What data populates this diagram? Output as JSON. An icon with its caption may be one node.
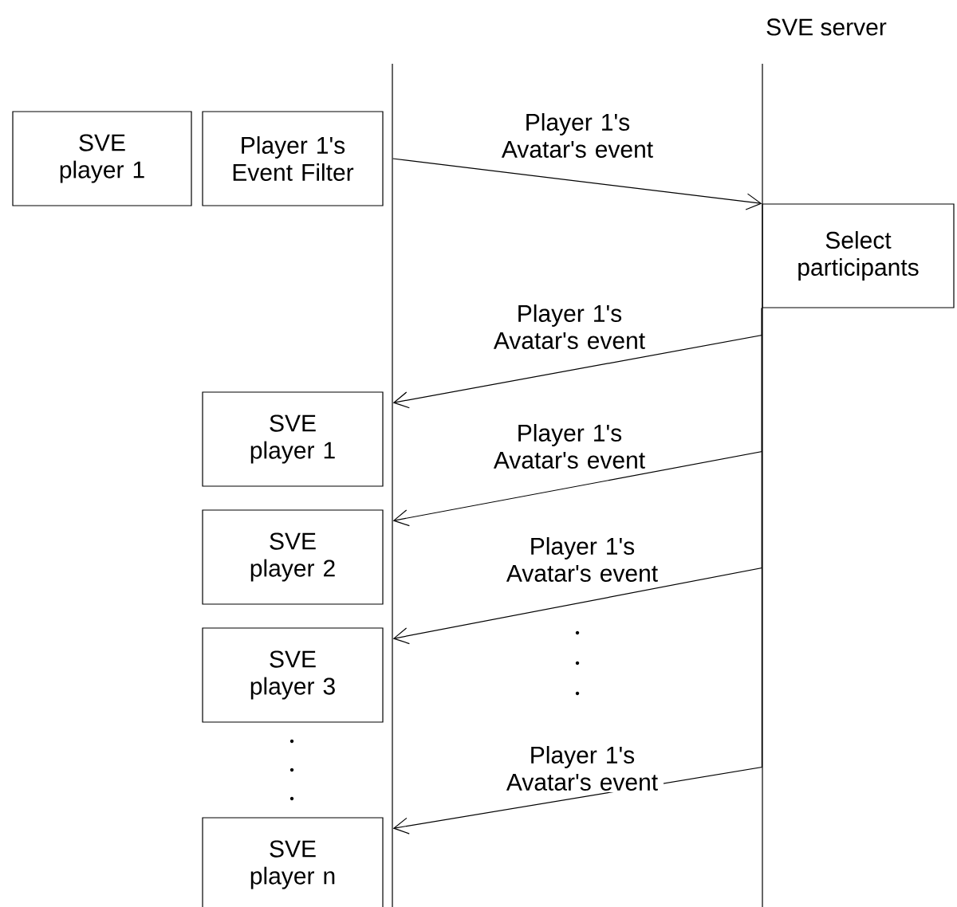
{
  "diagram": {
    "nodes": [
      {
        "text": [
          "SVE player 1"
        ]
      },
      {
        "text": [
          "Player 1's Event Filter"
        ]
      },
      {
        "text": [
          "Select participants"
        ]
      },
      {
        "text": [
          "SVE player 1"
        ]
      },
      {
        "text": [
          "SVE player 2"
        ]
      },
      {
        "text": [
          "SVE player 3"
        ]
      },
      {
        "text": [
          "SVE player n"
        ]
      }
    ],
    "edges": [
      {
        "from": 1,
        "to": 2,
        "arrow": "to",
        "label": "Player 1's Avatar's event"
      },
      {
        "from": 2,
        "to": 3,
        "arrow": "to",
        "label": "Player 1's Avatar's event"
      },
      {
        "from": 2,
        "to": 4,
        "arrow": "to",
        "label": "Player 1's Avatar's event"
      },
      {
        "from": 2,
        "to": 5,
        "arrow": "to",
        "label": "Player 1's Avatar's event"
      },
      {
        "from": 2,
        "to": 6,
        "arrow": "to",
        "label": "Player 1's Avatar's event"
      }
    ],
    "labels": [
      "SVE server"
    ]
  }
}
